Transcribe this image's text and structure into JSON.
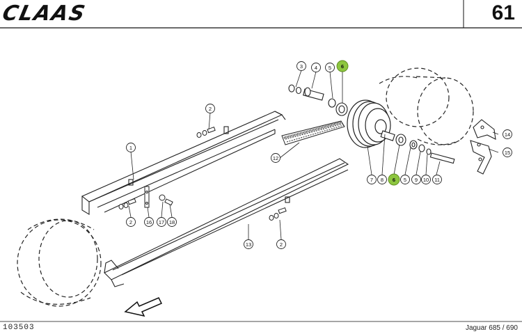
{
  "header": {
    "brand": "CLAAS",
    "page_number": "61"
  },
  "footer": {
    "drawing_code": "103503",
    "model": "Jaguar 685 / 690"
  },
  "callouts": {
    "c3": "3",
    "c4": "4",
    "c5a": "5",
    "c6a": "6",
    "c2a": "2",
    "c1": "1",
    "c12": "12",
    "c7": "7",
    "c8": "8",
    "c6b": "6",
    "c5b": "5",
    "c9": "9",
    "c10": "10",
    "c11": "11",
    "c14": "14",
    "c15": "15",
    "c2b": "2",
    "c16": "16",
    "c17": "17",
    "c18": "18",
    "c13": "13",
    "c2c": "2"
  },
  "highlight_color": "#8dc63f"
}
